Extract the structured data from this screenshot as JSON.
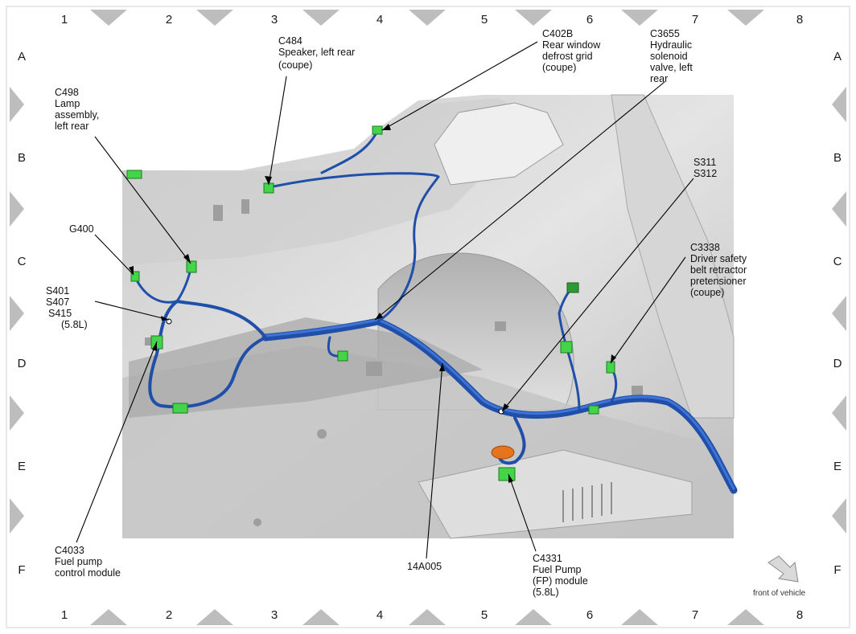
{
  "grid": {
    "columns": [
      "1",
      "2",
      "3",
      "4",
      "5",
      "6",
      "7",
      "8"
    ],
    "rows": [
      "A",
      "B",
      "C",
      "D",
      "E",
      "F"
    ]
  },
  "labels": {
    "c484": [
      "C484",
      "Speaker, left rear",
      "(coupe)"
    ],
    "c402b": [
      "C402B",
      "Rear window",
      "defrost grid",
      "(coupe)"
    ],
    "c3655": [
      "C3655",
      "Hydraulic",
      "solenoid",
      "valve, left",
      "rear"
    ],
    "c498": [
      "C498",
      "Lamp",
      "assembly,",
      "left rear"
    ],
    "s311": [
      "S311",
      "S312"
    ],
    "g400": [
      "G400"
    ],
    "c3338": [
      "C3338",
      "Driver safety",
      "belt retractor",
      "pretensioner",
      "(coupe)"
    ],
    "s401": [
      "S401",
      "S407",
      "S415",
      "(5.8L)"
    ],
    "c4033": [
      "C4033",
      "Fuel pump",
      "control module"
    ],
    "harness": [
      "14A005"
    ],
    "c4331": [
      "C4331",
      "Fuel Pump",
      "(FP) module",
      "(5.8L)"
    ]
  },
  "orientation": {
    "label": "front of vehicle",
    "icon": "arrow-down-right-icon"
  },
  "colors": {
    "harness": "#1f4fa8",
    "connector": "#45d34a",
    "fuel_cap": "#e8731d",
    "body_panel": "#d9d9d9",
    "grid_triangle": "#bdbdbd"
  }
}
